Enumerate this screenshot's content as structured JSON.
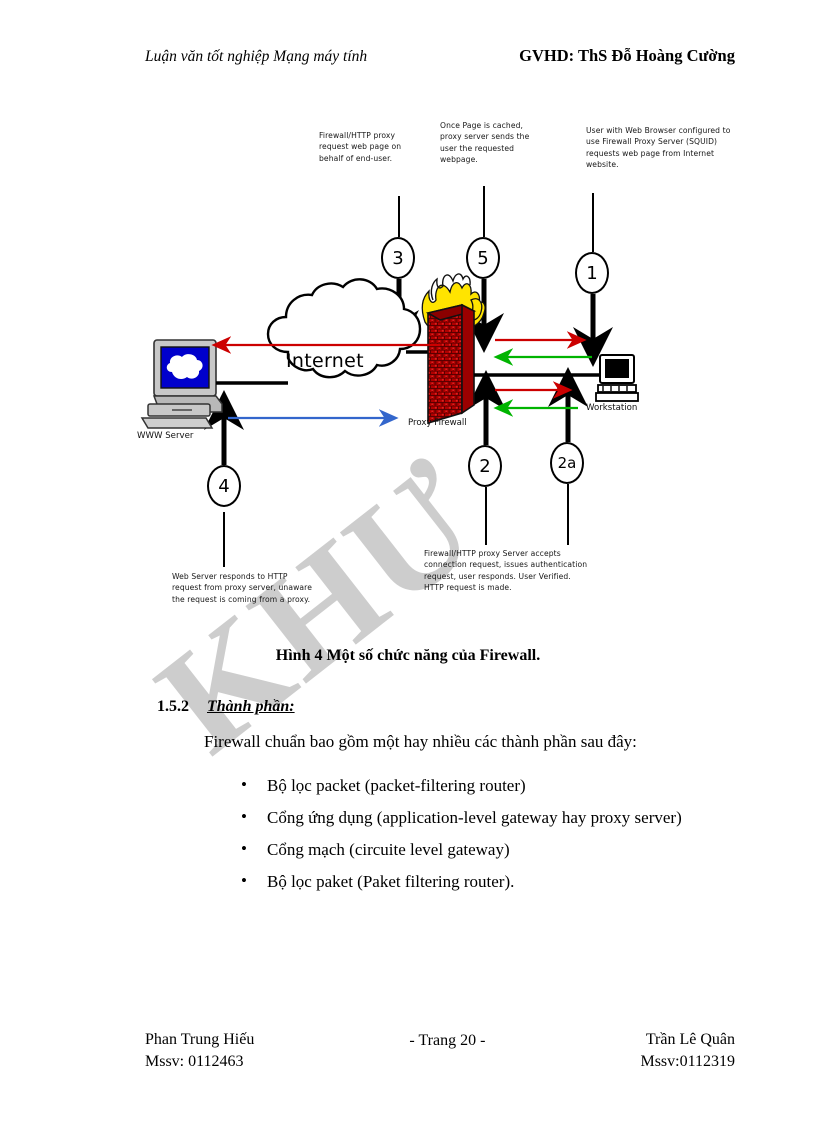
{
  "header": {
    "left": "Luận văn tốt nghiệp Mạng máy tính",
    "right": "GVHD: ThS Đỗ Hoàng Cường"
  },
  "watermark": {
    "text": "KHƯ"
  },
  "figure": {
    "caption": "Hình 4 Một số chức năng của Firewall.",
    "cloud_label": "Internet",
    "devices": {
      "www_server": "WWW Server",
      "workstation": "Workstation",
      "proxy_firewall": "Proxy Firewall"
    },
    "steps": [
      {
        "number": "1",
        "text": "User with Web Browser configured to use Firewall Proxy Server (SQUID) requests web page from Internet website."
      },
      {
        "number": "2",
        "text": "Firewall/HTTP proxy Server accepts connection request, issues authentication request, user responds. User Verified. HTTP request is made."
      },
      {
        "number": "2a",
        "text": ""
      },
      {
        "number": "3",
        "text": "Firewall/HTTP proxy request web page on behalf of end-user."
      },
      {
        "number": "4",
        "text": "Web Server responds to HTTP request from proxy server, unaware the request is coming from a proxy."
      },
      {
        "number": "5",
        "text": "Once Page is cached, proxy server sends the user the requested webpage."
      }
    ],
    "colors": {
      "arrow_request": "#cc0000",
      "arrow_response": "#00b400",
      "arrow_blue": "#3366cc",
      "brick": "#c00000",
      "flame": "#ffe400",
      "screen": "#0000cc"
    }
  },
  "section": {
    "number": "1.5.2",
    "title": "Thành phần:",
    "lead": "Firewall chuẩn bao gồm một hay nhiều các thành phần sau đây:",
    "bullets": [
      "Bộ lọc packet (packet-filtering router)",
      "Cổng ứng dụng (application-level gateway hay proxy server)",
      "Cổng mạch (circuite level gateway)",
      "Bộ lọc paket (Paket filtering router)."
    ]
  },
  "footer": {
    "left_name": "Phan Trung Hiếu",
    "left_id": "Mssv: 0112463",
    "center": "- Trang 20 -",
    "right_name": "Trần Lê Quân",
    "right_id": "Mssv:0112319"
  }
}
